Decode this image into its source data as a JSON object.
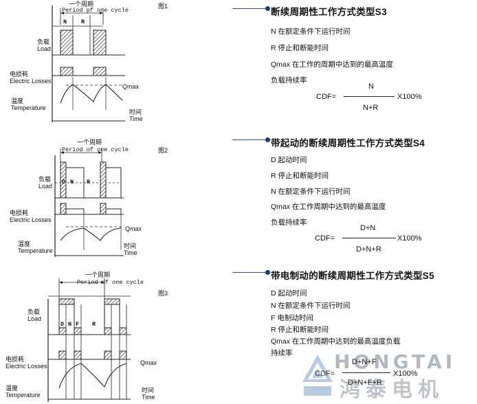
{
  "diagrams": [
    {
      "period_cn": "一个周期",
      "period_en": "Period pf one cycle",
      "figure": "图1",
      "segments": [
        "N",
        "R"
      ],
      "load_cn": "负载",
      "load_en": "Load",
      "loss_cn": "电损耗",
      "loss_en": "Electric Losses",
      "qmax": "Qmax",
      "temp_cn": "温度",
      "temp_en": "Temperature",
      "time_cn": "时间",
      "time_en": "Time"
    },
    {
      "period_cn": "一个周期",
      "period_en": "Period of one cycle",
      "figure": "图2",
      "segments": [
        "D",
        "N",
        "R"
      ],
      "load_cn": "负载",
      "load_en": "Load",
      "loss_cn": "电损耗",
      "loss_en": "Electric Losses",
      "qmax": "Qmax",
      "temp_cn": "温度",
      "temp_en": "Temperature",
      "time_cn": "时间",
      "time_en": "Time"
    },
    {
      "period_cn": "一个周期",
      "period_en": "Period of one cycle",
      "figure": "图3",
      "segments": [
        "D",
        "N",
        "F",
        "R"
      ],
      "load_cn": "负载",
      "load_en": "Load",
      "loss_cn": "电损耗",
      "loss_en": "Electric Losses",
      "qmax": "Qmax",
      "temp_cn": "温度",
      "temp_en": "Temperature",
      "time_cn": "时间",
      "time_en": "Time"
    }
  ],
  "sections": [
    {
      "title": "断续周期性工作方式类型S3",
      "lines": [
        "N 在额定条件下运行时间",
        "R 停止和断能时间",
        "Qmax 在工作的周期中达到的最高温度",
        "负载持续率"
      ],
      "cdf_label": "CDF=",
      "numerator": "N",
      "denominator": "N+R",
      "multiplier": "X100%"
    },
    {
      "title": "带起动的断续周期性工作方式类型S4",
      "lines": [
        "D 起动时间",
        "R 停止和断能时间",
        "N 在额定条件下运行时间",
        "Qmax 在工作周期中达到的最高温度",
        "负载持续率"
      ],
      "cdf_label": "CDF=",
      "numerator": "D+N",
      "denominator": "D+N+R",
      "multiplier": "X100%"
    },
    {
      "title": "带电制动的断续周期性工作方式类型S5",
      "lines": [
        "D 起动时间",
        "N 在额定条件下运行时间",
        "F 电制动时间",
        "R 停止和断能时间",
        "Qmax 在工作周期中达到的最高温度负载",
        "持续率"
      ],
      "cdf_label": "CDF=",
      "numerator": "D+N+F",
      "denominator": "D+N+F+R",
      "multiplier": "X100%"
    }
  ],
  "logo": {
    "brand_en": "HONGTAI",
    "brand_cn": "鸿泰电机"
  }
}
